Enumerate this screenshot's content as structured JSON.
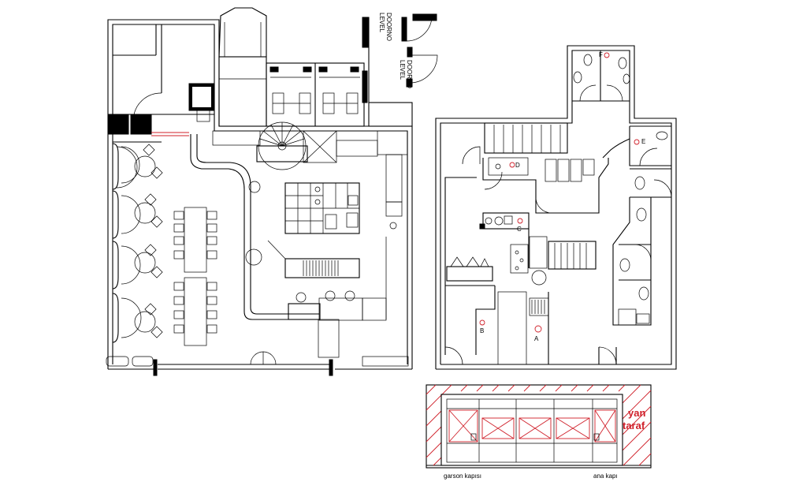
{
  "level_door_labels": [
    {
      "line1": "LEVEL",
      "line2": "DOORNO"
    },
    {
      "line1": "LEVEL",
      "line2": "DOORNO"
    }
  ],
  "markers": {
    "a": "A",
    "b": "B",
    "c": "C",
    "d": "D",
    "e": "E",
    "f": "F"
  },
  "elevation": {
    "side_label_line1": "yan",
    "side_label_line2": "taraf",
    "left_caption": "garson kapısı",
    "right_caption": "ana kapı"
  },
  "colors": {
    "linework": "#000000",
    "accent": "#d0202a"
  }
}
